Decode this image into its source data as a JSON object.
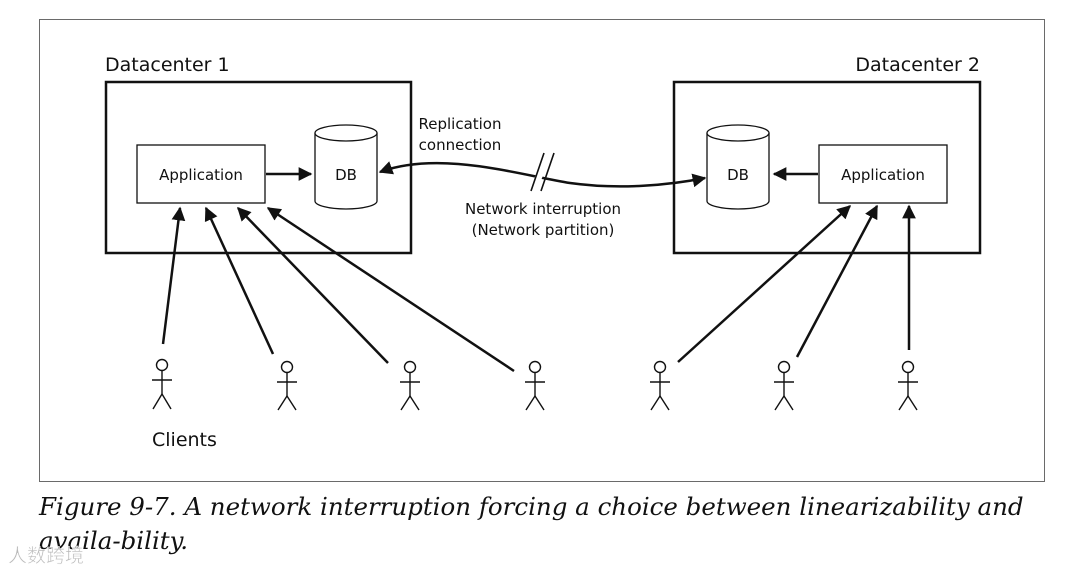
{
  "diagram": {
    "datacenter1": {
      "title": "Datacenter 1",
      "application_label": "Application",
      "db_label": "DB"
    },
    "datacenter2": {
      "title": "Datacenter 2",
      "application_label": "Application",
      "db_label": "DB"
    },
    "replication": {
      "line1": "Replication",
      "line2": "connection"
    },
    "interruption": {
      "line1": "Network interruption",
      "line2": "(Network partition)"
    },
    "clients_label": "Clients"
  },
  "caption": {
    "text": "Figure 9-7. A network interruption forcing a choice between linearizability and availa-bility."
  },
  "watermark": {
    "text": "人数跨境"
  }
}
